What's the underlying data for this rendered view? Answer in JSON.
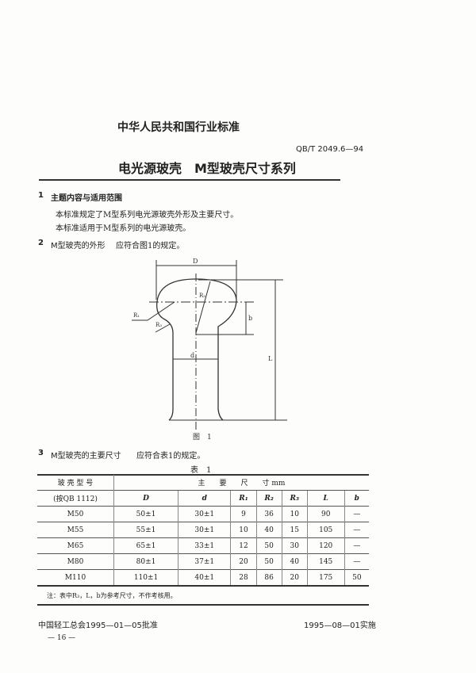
{
  "header": {
    "agency": "中华人民共和国行业标准",
    "code": "QB/T 2049.6—94",
    "title": "电光源玻壳　M型玻壳尺寸系列"
  },
  "section1": {
    "heading_num": "1",
    "heading": "主题内容与适用范围",
    "para1": "本标准规定了M型系列电光源玻壳外形及主要尺寸。",
    "para2": "本标准适用于M型系列的电光源玻壳。"
  },
  "section2": {
    "heading_num": "2",
    "heading": "M型玻壳的外形",
    "text": "应符合图1的规定。"
  },
  "figure": {
    "labels": {
      "D": "D",
      "R1": "R₁",
      "R2": "R₂",
      "R3": "R₃",
      "b": "b",
      "d": "d",
      "L": "L"
    },
    "caption": "图　1"
  },
  "section3": {
    "heading_num": "3",
    "heading": "M型玻壳的主要尺寸",
    "text": "应符合表1的规定。"
  },
  "table": {
    "caption": "表　1",
    "model_header": "玻 壳 型 号",
    "model_subheader": "(按QB 1112)",
    "dims_header": "主　　要　　尺　　寸 mm",
    "columns": [
      "D",
      "d",
      "R₁",
      "R₂",
      "R₃",
      "L",
      "b"
    ],
    "rows": [
      [
        "M50",
        "50±1",
        "30±1",
        "9",
        "36",
        "10",
        "90",
        "—"
      ],
      [
        "M55",
        "55±1",
        "30±1",
        "10",
        "40",
        "15",
        "105",
        "—"
      ],
      [
        "M65",
        "65±1",
        "33±1",
        "12",
        "50",
        "30",
        "120",
        "—"
      ],
      [
        "M80",
        "80±1",
        "37±1",
        "20",
        "50",
        "40",
        "145",
        "—"
      ],
      [
        "M110",
        "110±1",
        "40±1",
        "28",
        "86",
        "20",
        "175",
        "50"
      ]
    ],
    "note": "注：表中R₃，L，b为参考尺寸，不作考核用。"
  },
  "footer": {
    "approved": "中国轻工总会1995—01—05批准",
    "effective": "1995—08—01实施",
    "page": "— 16 —"
  }
}
